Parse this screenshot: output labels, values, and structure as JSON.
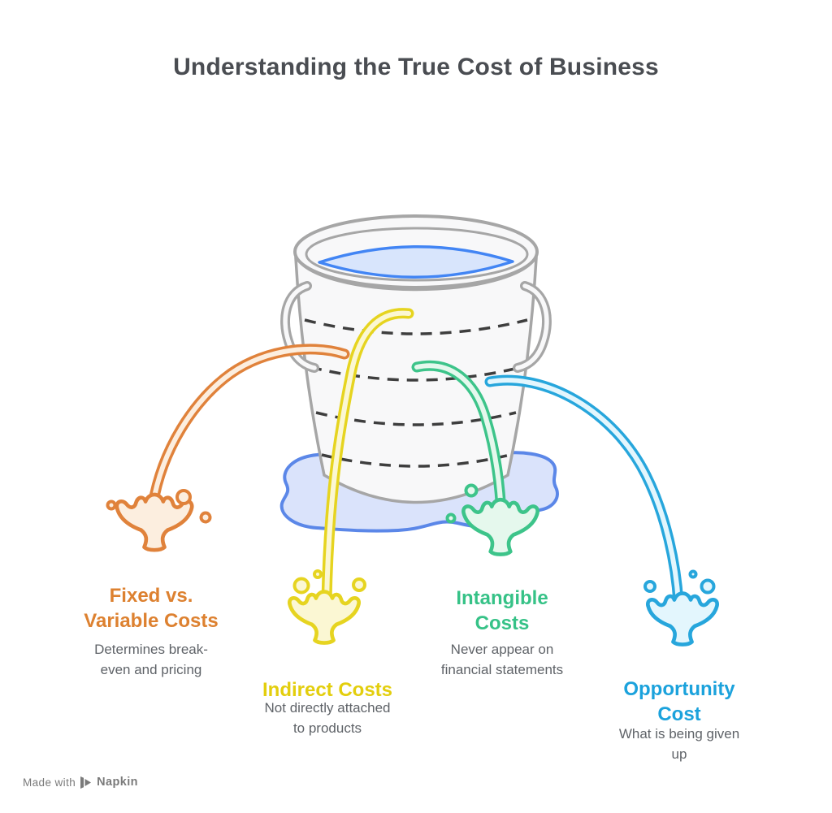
{
  "title": "Understanding the True Cost of Business",
  "colors": {
    "title": "#4A4D52",
    "description": "#5F6368",
    "bucket_fill": "#F8F8F9",
    "bucket_stroke": "#A6A6A6",
    "dash": "#3E3E3E",
    "water_fill": "#D8E5FC",
    "water_stroke": "#4285F4",
    "puddle_fill": "#DAE3FB",
    "puddle_stroke": "#5B87E8",
    "watermark": "#7A7A7A"
  },
  "costs": [
    {
      "id": "fixed-variable-costs",
      "label": "Fixed vs.\nVariable Costs",
      "description": "Determines break-\neven and pricing",
      "text_color": "#DD8130",
      "stream_color": "#E0823B",
      "stream_fill": "#FCEEDF"
    },
    {
      "id": "indirect-costs",
      "label": "Indirect Costs",
      "description": "Not directly attached\nto products",
      "text_color": "#E3CE0D",
      "stream_color": "#E6D420",
      "stream_fill": "#FBF7D3"
    },
    {
      "id": "intangible-costs",
      "label": "Intangible\nCosts",
      "description": "Never appear on\nfinancial statements",
      "text_color": "#36C287",
      "stream_color": "#3DC48A",
      "stream_fill": "#E5F8ED"
    },
    {
      "id": "opportunity-cost",
      "label": "Opportunity\nCost",
      "description": "What is being given\nup",
      "text_color": "#1BA2DC",
      "stream_color": "#27A6DC",
      "stream_fill": "#E3F6FD"
    }
  ],
  "watermark": {
    "prefix": "Made with",
    "brand": "Napkin"
  }
}
